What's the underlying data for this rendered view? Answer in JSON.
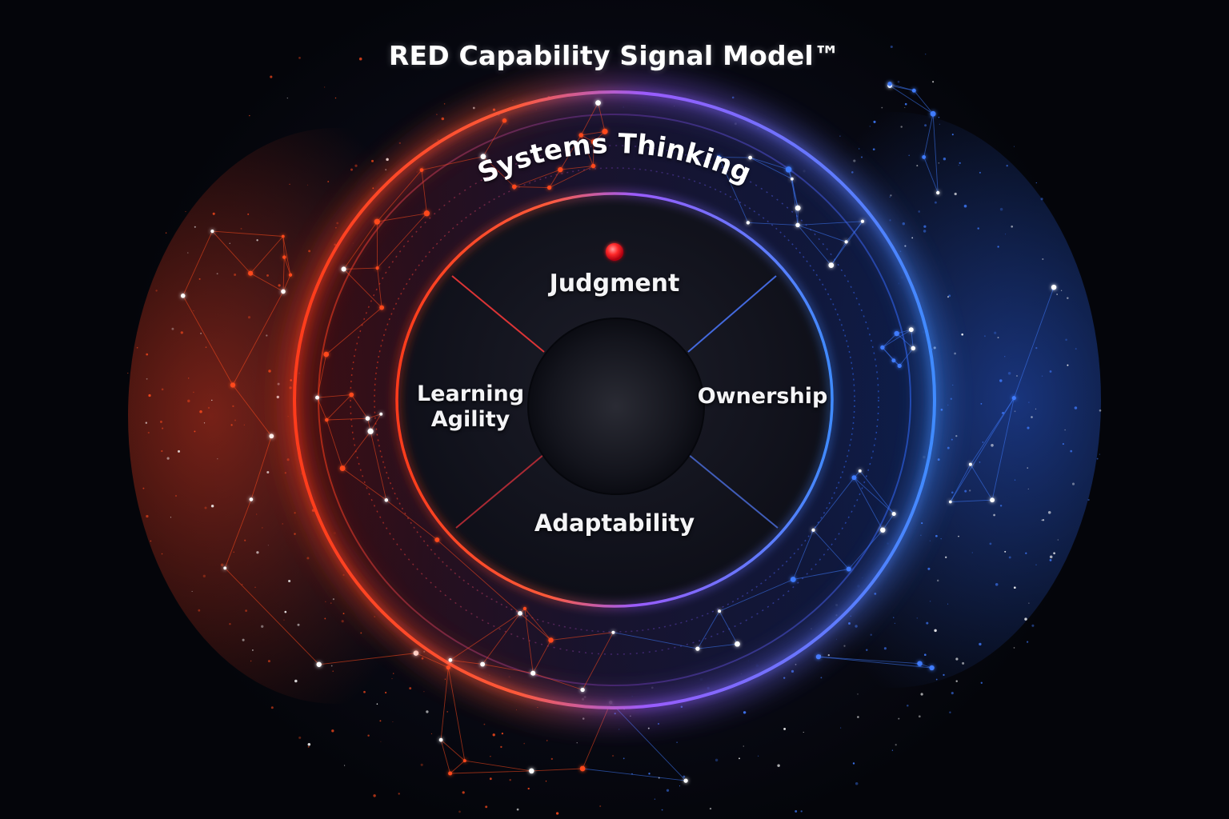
{
  "title": "RED Capability Signal Model™",
  "outer_ring": {
    "label": "Systems Thinking"
  },
  "core": {
    "segments": [
      {
        "id": "top",
        "label": "Judgment"
      },
      {
        "id": "left",
        "label_line1": "Learning",
        "label_line2": "Agility"
      },
      {
        "id": "right",
        "label": "Ownership"
      },
      {
        "id": "bottom",
        "label": "Adaptability"
      }
    ],
    "indicator_icon": "red-dot-indicator"
  },
  "colors": {
    "background": "#05060c",
    "warm_accent": "#ff4a1c",
    "cool_accent": "#3f7bff",
    "indicator": "#ff2a2a",
    "text": "#ffffff"
  }
}
